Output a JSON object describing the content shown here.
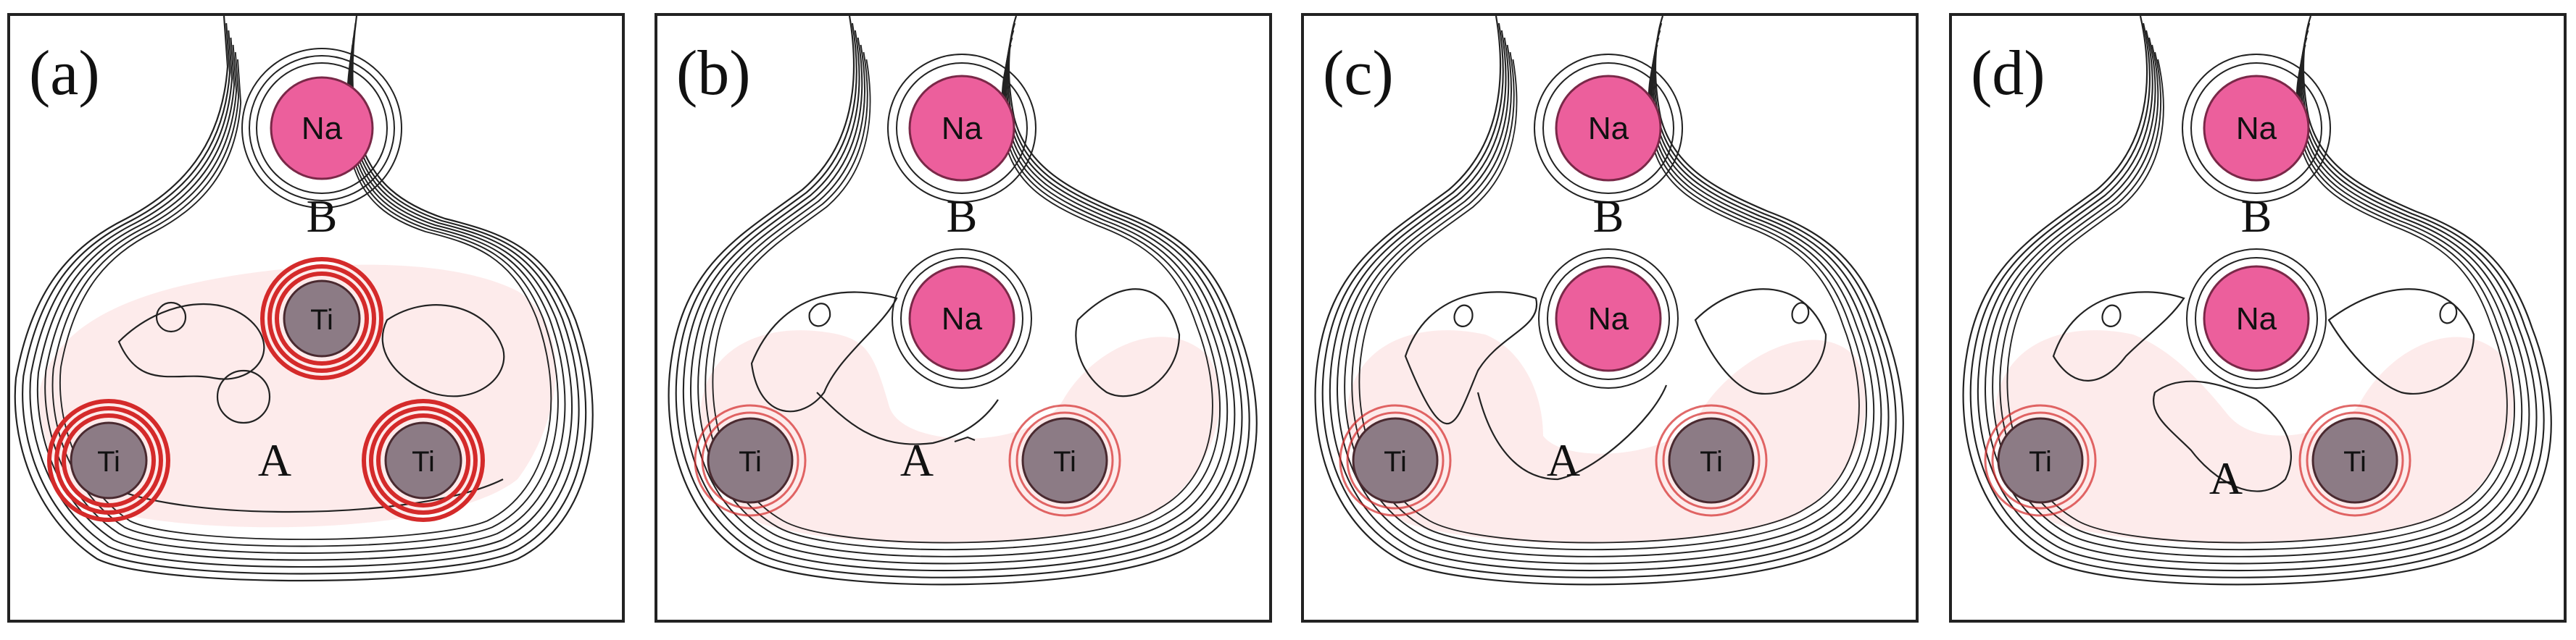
{
  "panels": [
    {
      "label": "(a)",
      "site_a": "A",
      "site_b": "B",
      "top_atom": "Na",
      "center_atom": "Ti",
      "bottom_left_atom": "Ti",
      "bottom_right_atom": "Ti"
    },
    {
      "label": "(b)",
      "site_a": "A",
      "site_b": "B",
      "top_atom": "Na",
      "center_atom": "Na",
      "bottom_left_atom": "Ti",
      "bottom_right_atom": "Ti"
    },
    {
      "label": "(c)",
      "site_a": "A",
      "site_b": "B",
      "top_atom": "Na",
      "center_atom": "Na",
      "bottom_left_atom": "Ti",
      "bottom_right_atom": "Ti"
    },
    {
      "label": "(d)",
      "site_a": "A",
      "site_b": "B",
      "top_atom": "Na",
      "center_atom": "Na",
      "bottom_left_atom": "Ti",
      "bottom_right_atom": "Ti"
    }
  ],
  "colors": {
    "na_fill": "#ec5f9c",
    "ti_fill": "#8c7b85",
    "ti_ring": "#d42a2a",
    "contour": "#222222",
    "density": "#fde6e6"
  }
}
